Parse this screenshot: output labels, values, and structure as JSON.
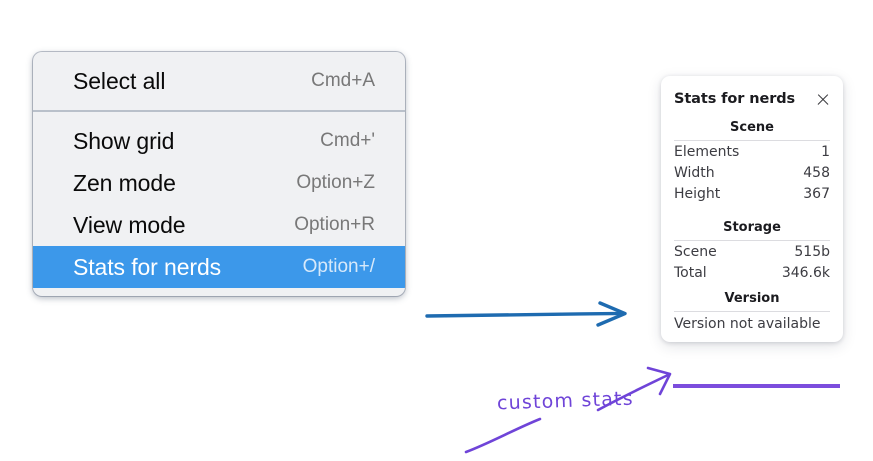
{
  "context_menu": {
    "name": "canvas-context-menu",
    "groups": [
      {
        "items": [
          {
            "label": "Select all",
            "shortcut": "Cmd+A",
            "selected": false
          }
        ]
      },
      {
        "items": [
          {
            "label": "Show grid",
            "shortcut": "Cmd+'",
            "selected": false
          },
          {
            "label": "Zen mode",
            "shortcut": "Option+Z",
            "selected": false
          },
          {
            "label": "View mode",
            "shortcut": "Option+R",
            "selected": false
          },
          {
            "label": "Stats for nerds",
            "shortcut": "Option+/",
            "selected": true
          }
        ]
      }
    ],
    "highlight_color": "#3c98ea"
  },
  "stats_panel": {
    "title": "Stats for nerds",
    "close_icon": "close-icon",
    "scene": {
      "heading": "Scene",
      "rows": [
        {
          "key": "Elements",
          "value": "1"
        },
        {
          "key": "Width",
          "value": "458"
        },
        {
          "key": "Height",
          "value": "367"
        }
      ]
    },
    "storage": {
      "heading": "Storage",
      "rows": [
        {
          "key": "Scene",
          "value": "515b"
        },
        {
          "key": "Total",
          "value": "346.6k"
        }
      ]
    },
    "version": {
      "heading": "Version",
      "text": "Version not available"
    },
    "highlight_border_color": "#7c4ddd"
  },
  "annotations": {
    "custom_stats_label": "custom stats",
    "blue_arrow_color": "#1e6bb0",
    "purple_color": "#6f44d8"
  }
}
